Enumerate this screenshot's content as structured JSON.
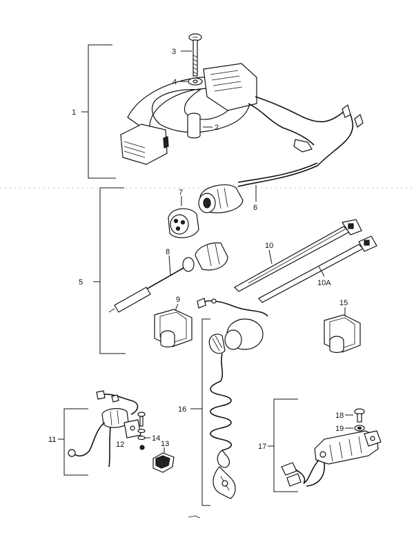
{
  "callouts": {
    "c1": "1",
    "c2": "2",
    "c3": "3",
    "c4": "4",
    "c5": "5",
    "c6": "6",
    "c7": "7",
    "c8": "8",
    "c9": "9",
    "c10": "10",
    "c10a": "10A",
    "c11": "11",
    "c12": "12",
    "c13": "13",
    "c14": "14",
    "c15": "15",
    "c16": "16",
    "c17": "17",
    "c18": "18",
    "c19": "19"
  },
  "parts": [
    {
      "ref": "1",
      "name": "flywheel-magneto-unit"
    },
    {
      "ref": "2",
      "name": "collar"
    },
    {
      "ref": "3",
      "name": "screw"
    },
    {
      "ref": "4",
      "name": "washer"
    },
    {
      "ref": "5",
      "name": "wiring-harness-group"
    },
    {
      "ref": "6",
      "name": "lead-wire"
    },
    {
      "ref": "7",
      "name": "connector-cap"
    },
    {
      "ref": "8",
      "name": "connector-lead"
    },
    {
      "ref": "9",
      "name": "grommet"
    },
    {
      "ref": "10",
      "name": "cable-tie"
    },
    {
      "ref": "10A",
      "name": "cable-tie"
    },
    {
      "ref": "11",
      "name": "switch-assembly"
    },
    {
      "ref": "12",
      "name": "bracket"
    },
    {
      "ref": "13",
      "name": "cover"
    },
    {
      "ref": "14",
      "name": "screw-washer"
    },
    {
      "ref": "15",
      "name": "grommet"
    },
    {
      "ref": "16",
      "name": "stop-switch-lanyard"
    },
    {
      "ref": "17",
      "name": "connector-assembly"
    },
    {
      "ref": "18",
      "name": "screw"
    },
    {
      "ref": "19",
      "name": "washer"
    }
  ]
}
